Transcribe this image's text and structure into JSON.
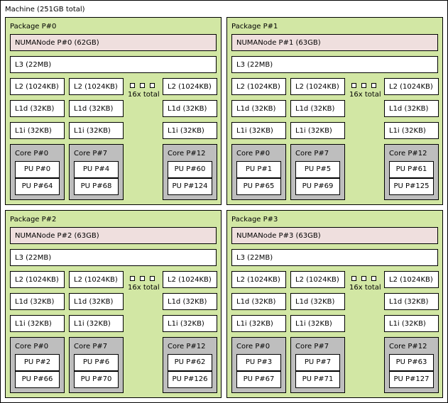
{
  "machine": {
    "label": "Machine (251GB total)"
  },
  "packages": [
    {
      "label": "Package P#0",
      "numa": "NUMANode P#0 (62GB)",
      "l3": "L3 (22MB)",
      "l2": [
        "L2 (1024KB)",
        "L2 (1024KB)",
        "L2 (1024KB)"
      ],
      "l1d": [
        "L1d (32KB)",
        "L1d (32KB)",
        "L1d (32KB)"
      ],
      "l1i": [
        "L1i (32KB)",
        "L1i (32KB)",
        "L1i (32KB)"
      ],
      "more": "16x total",
      "cores": [
        {
          "label": "Core P#0",
          "pus": [
            "PU P#0",
            "PU P#64"
          ]
        },
        {
          "label": "Core P#7",
          "pus": [
            "PU P#4",
            "PU P#68"
          ]
        },
        {
          "label": "Core P#12",
          "pus": [
            "PU P#60",
            "PU P#124"
          ]
        }
      ]
    },
    {
      "label": "Package P#1",
      "numa": "NUMANode P#1 (63GB)",
      "l3": "L3 (22MB)",
      "l2": [
        "L2 (1024KB)",
        "L2 (1024KB)",
        "L2 (1024KB)"
      ],
      "l1d": [
        "L1d (32KB)",
        "L1d (32KB)",
        "L1d (32KB)"
      ],
      "l1i": [
        "L1i (32KB)",
        "L1i (32KB)",
        "L1i (32KB)"
      ],
      "more": "16x total",
      "cores": [
        {
          "label": "Core P#0",
          "pus": [
            "PU P#1",
            "PU P#65"
          ]
        },
        {
          "label": "Core P#7",
          "pus": [
            "PU P#5",
            "PU P#69"
          ]
        },
        {
          "label": "Core P#12",
          "pus": [
            "PU P#61",
            "PU P#125"
          ]
        }
      ]
    },
    {
      "label": "Package P#2",
      "numa": "NUMANode P#2 (63GB)",
      "l3": "L3 (22MB)",
      "l2": [
        "L2 (1024KB)",
        "L2 (1024KB)",
        "L2 (1024KB)"
      ],
      "l1d": [
        "L1d (32KB)",
        "L1d (32KB)",
        "L1d (32KB)"
      ],
      "l1i": [
        "L1i (32KB)",
        "L1i (32KB)",
        "L1i (32KB)"
      ],
      "more": "16x total",
      "cores": [
        {
          "label": "Core P#0",
          "pus": [
            "PU P#2",
            "PU P#66"
          ]
        },
        {
          "label": "Core P#7",
          "pus": [
            "PU P#6",
            "PU P#70"
          ]
        },
        {
          "label": "Core P#12",
          "pus": [
            "PU P#62",
            "PU P#126"
          ]
        }
      ]
    },
    {
      "label": "Package P#3",
      "numa": "NUMANode P#3 (63GB)",
      "l3": "L3 (22MB)",
      "l2": [
        "L2 (1024KB)",
        "L2 (1024KB)",
        "L2 (1024KB)"
      ],
      "l1d": [
        "L1d (32KB)",
        "L1d (32KB)",
        "L1d (32KB)"
      ],
      "l1i": [
        "L1i (32KB)",
        "L1i (32KB)",
        "L1i (32KB)"
      ],
      "more": "16x total",
      "cores": [
        {
          "label": "Core P#0",
          "pus": [
            "PU P#3",
            "PU P#67"
          ]
        },
        {
          "label": "Core P#7",
          "pus": [
            "PU P#7",
            "PU P#71"
          ]
        },
        {
          "label": "Core P#12",
          "pus": [
            "PU P#63",
            "PU P#127"
          ]
        }
      ]
    }
  ]
}
